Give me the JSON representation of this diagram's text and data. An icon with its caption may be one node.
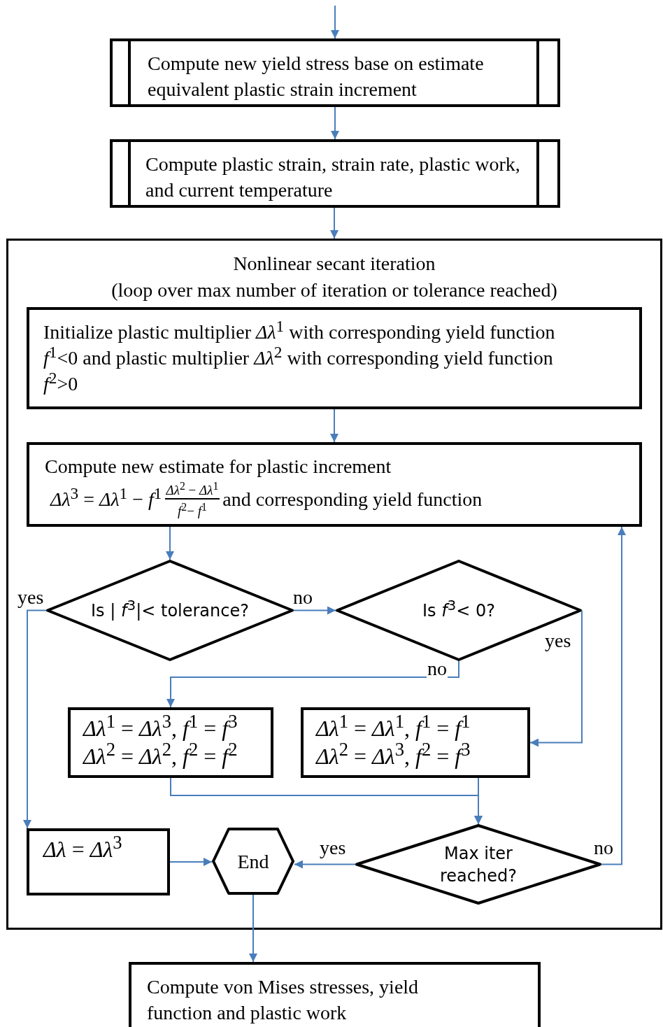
{
  "diagram": {
    "nodes": [
      {
        "text": [
          "Compute new yield stress base on estimate equivalent plastic strain increment"
        ]
      },
      {
        "text": [
          "Compute plastic strain, strain rate, plastic work, and current temperature"
        ]
      },
      {
        "text": [
          "Nonlinear secant iteration",
          "(loop over max number of iteration or tolerance reached)"
        ]
      },
      {
        "text": [
          "Initialize plastic multiplier *Δλ*$^{1}$ with corresponding yield function *f*$^{1}$<0 and plastic multiplier *Δλ*$^{2}$ with corresponding yield function *f*$^{2}$>0"
        ],
        "in": 2
      },
      {
        "text": [
          "Compute new estimate for plastic increment",
          "*Δλ*$^{3}$ = *Δλ*$^{1}$ − *f*$^{1}$",
          "*Δλ*$^{2}$ − *Δλ*$^{1}$",
          "*f*$^{2}$− *f*$^{1}$",
          "and corresponding yield function"
        ],
        "in": 2
      },
      {
        "text": [
          "Is | *f*$^{3}$|< tolerance?"
        ],
        "in": 2
      },
      {
        "text": [
          "Is *f*$^{3}$< 0?"
        ],
        "in": 2
      },
      {
        "text": [
          "*Δλ*$^{1}$ = *Δλ*$^{3}$, *f*$^{1}$ = *f*$^{3}$ *Δλ*$^{2}$ = *Δλ*$^{2}$, *f*$^{2}$ = *f*$^{2}$"
        ],
        "in": 2
      },
      {
        "text": [
          "*Δλ*$^{1}$ = *Δλ*$^{1}$, *f*$^{1}$ = *f*$^{1}$ *Δλ*$^{2}$ = *Δλ*$^{3}$, *f*$^{2}$ = *f*$^{3}$"
        ],
        "in": 2
      },
      {
        "text": [
          "*Δλ* = *Δλ*$^{3}$"
        ],
        "in": 2
      },
      {
        "text": [
          "End"
        ],
        "in": 2
      },
      {
        "text": [
          "Max iter reached?"
        ],
        "in": 2
      },
      {
        "text": [
          "Compute von Mises stresses, yield function and plastic work"
        ]
      }
    ],
    "edges": [
      {
        "from": null,
        "to": 0,
        "arrow": "to"
      },
      {
        "from": 0,
        "to": 1,
        "arrow": "to"
      },
      {
        "from": 1,
        "to": 2,
        "arrow": "to"
      },
      {
        "from": 3,
        "to": 4,
        "arrow": "to"
      },
      {
        "from": 4,
        "to": 5,
        "arrow": "to"
      },
      {
        "from": 5,
        "to": 6,
        "arrow": "to",
        "label": "no"
      },
      {
        "from": 5,
        "to": 9,
        "arrow": "to",
        "label": "yes"
      },
      {
        "from": 6,
        "to": 7,
        "arrow": "to",
        "label": "no"
      },
      {
        "from": 6,
        "to": 8,
        "arrow": "to",
        "label": "yes"
      },
      {
        "from": 7,
        "to": 11,
        "arrow": "to"
      },
      {
        "from": 8,
        "to": 11,
        "arrow": "to"
      },
      {
        "from": 11,
        "to": 10,
        "arrow": "to",
        "label": "yes"
      },
      {
        "from": 11,
        "to": 4,
        "arrow": "to",
        "label": "no"
      },
      {
        "from": 9,
        "to": 10,
        "arrow": "to"
      },
      {
        "from": 10,
        "to": 12,
        "arrow": "to"
      }
    ]
  }
}
